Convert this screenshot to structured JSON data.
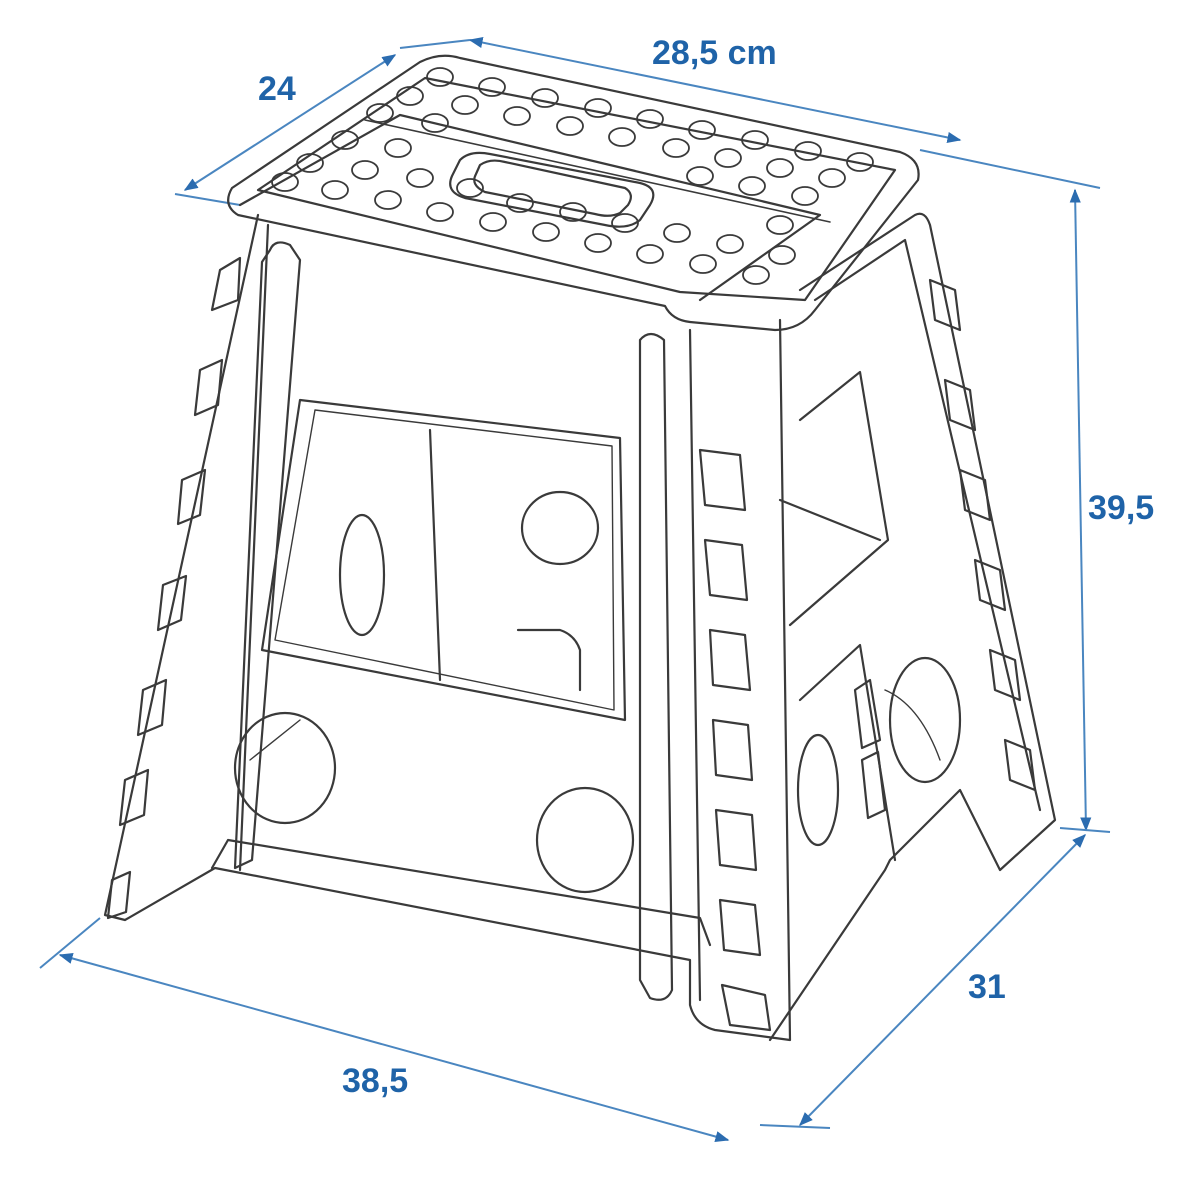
{
  "diagram": {
    "subject": "Folding step stool (line drawing)",
    "line_color": "#3a3a3a",
    "dimension_color": "#1f63a8",
    "dimension_line_color": "#4a86c0",
    "dimensions": {
      "top_width": "28,5 cm",
      "top_depth": "24",
      "height": "39,5",
      "base_depth": "31",
      "base_width": "38,5"
    }
  }
}
